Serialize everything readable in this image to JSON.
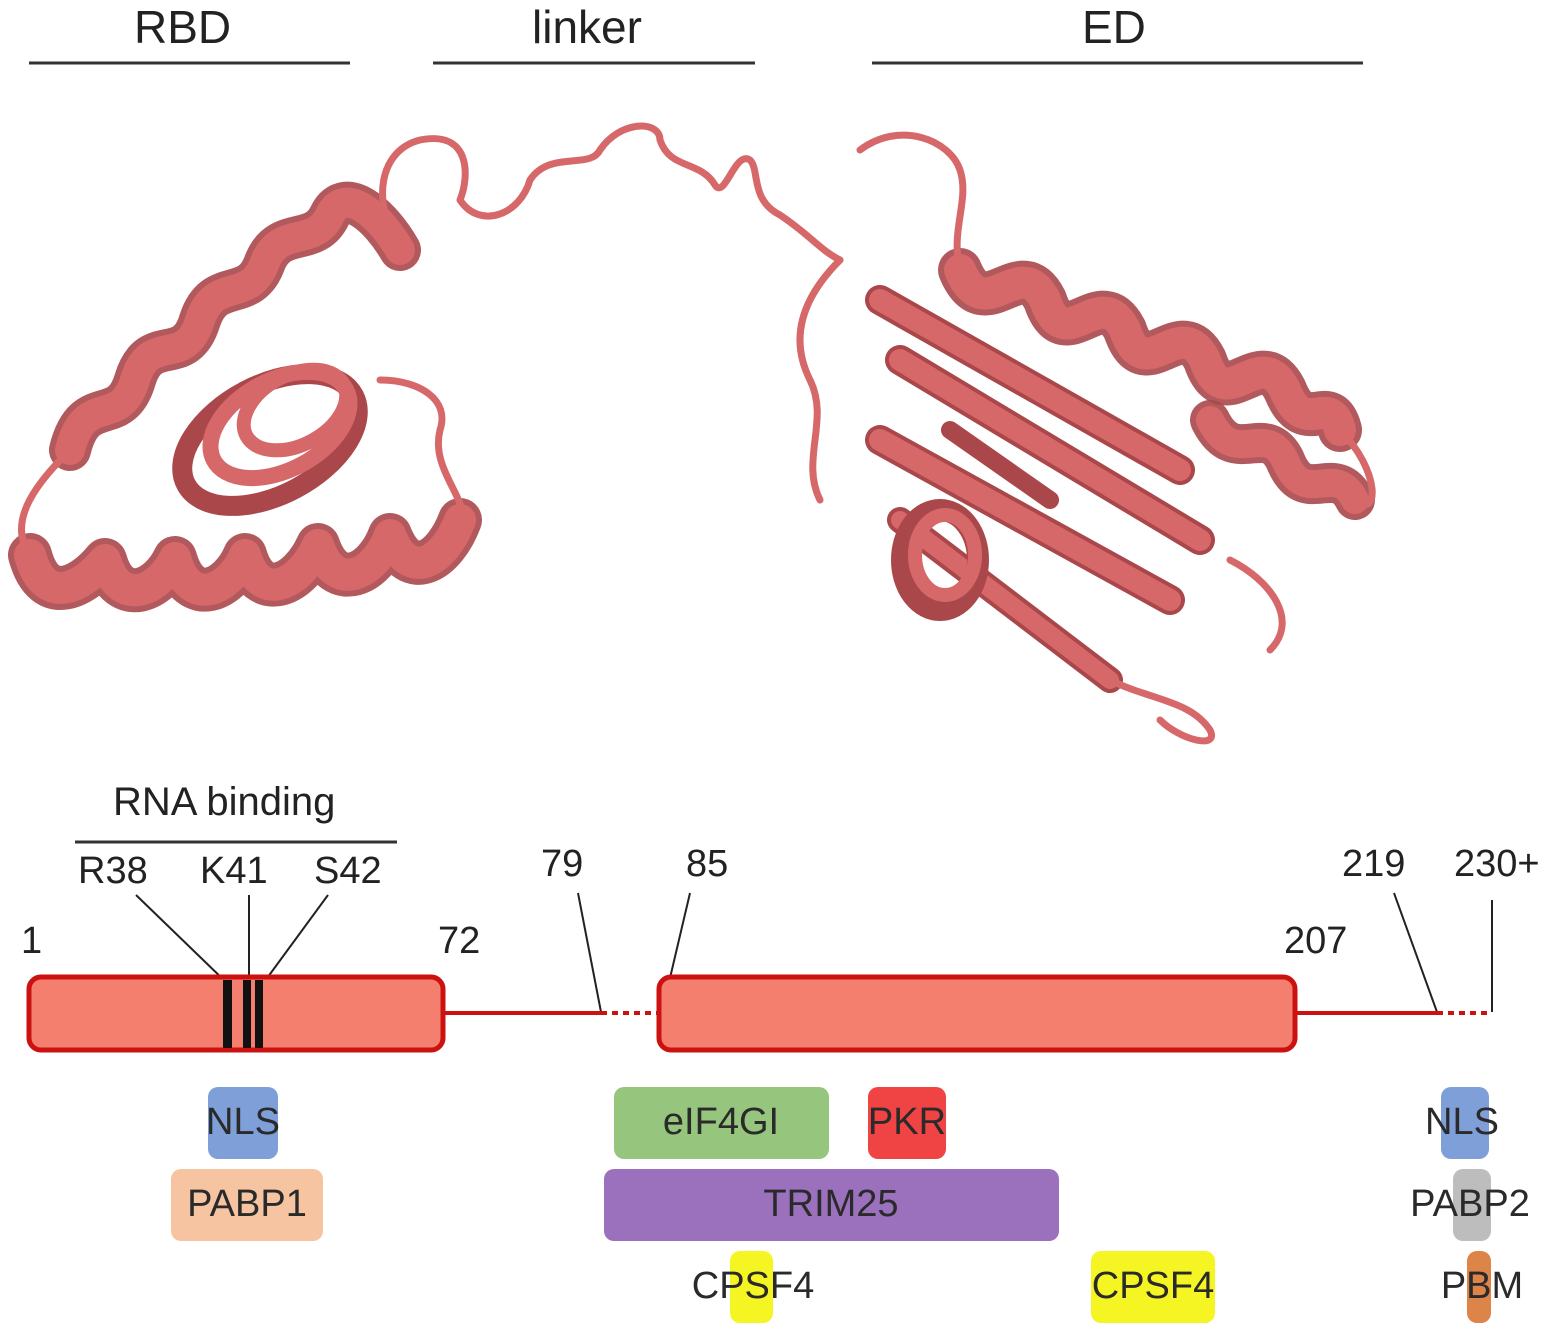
{
  "domains": {
    "rbd": "RBD",
    "linker": "linker",
    "ed": "ED"
  },
  "rna_binding": {
    "label": "RNA binding",
    "residues": [
      "R38",
      "K41",
      "S42"
    ]
  },
  "positions": {
    "p1": "1",
    "p72": "72",
    "p79": "79",
    "p85": "85",
    "p207": "207",
    "p219": "219",
    "p230": "230+"
  },
  "features": {
    "nls_left": "NLS",
    "pabp1": "PABP1",
    "eif4gi": "eIF4GI",
    "pkr": "PKR",
    "trim25": "TRIM25",
    "cpsf4_left": "CPSF4",
    "cpsf4_right": "CPSF4",
    "nls_right": "NLS",
    "pabp2": "PABP2",
    "pbm": "PBM"
  },
  "colors": {
    "ribbon": "#d7686a",
    "ribbon_dark": "#a9474a",
    "domain_fill": "#f47f6e",
    "domain_border": "#cc1111",
    "nls": "#7f9fd8",
    "pabp1": "#f7c4a1",
    "eif4gi": "#96c57e",
    "pkr": "#f04444",
    "trim25": "#9b70bd",
    "cpsf4": "#f5f523",
    "pabp2": "#bdbdbd",
    "pbm": "#dd8448"
  }
}
